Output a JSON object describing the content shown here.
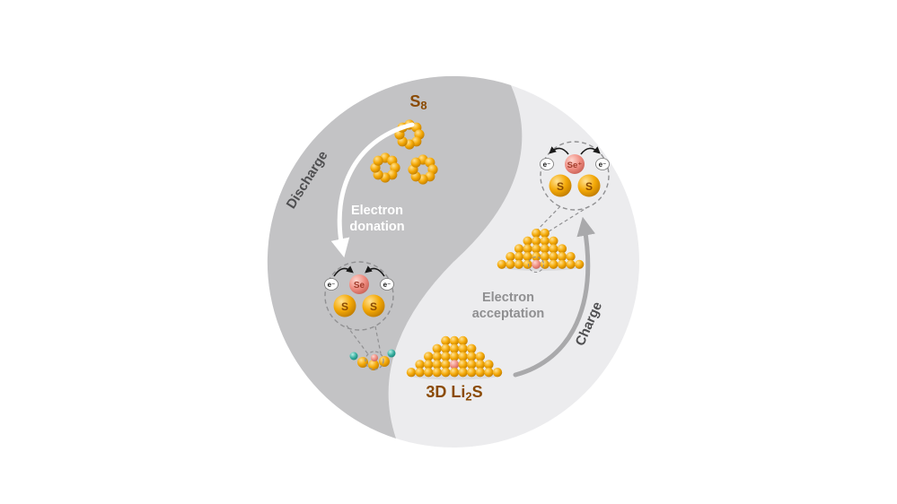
{
  "diagram": {
    "title_top": {
      "text": "S",
      "sub": "8"
    },
    "discharge": "Discharge",
    "charge": "Charge",
    "donation": {
      "line1": "Electron",
      "line2": "donation"
    },
    "acceptation": {
      "line1": "Electron",
      "line2": "acceptation"
    },
    "product": {
      "pre": "3D Li",
      "sub": "2",
      "post": "S"
    },
    "inset_discharge": {
      "center_atom": "Se",
      "left_atom": "S",
      "right_atom": "S",
      "left_electron": "e⁻",
      "right_electron": "e⁻"
    },
    "inset_charge": {
      "center_atom": "Se⁺",
      "left_atom": "S",
      "right_atom": "S",
      "left_electron": "e⁻",
      "right_electron": "e⁻"
    }
  },
  "colors": {
    "dark_half": "#c3c3c5",
    "light_half": "#ececee",
    "sulfur_gold": "#f4a907",
    "selenium_pink": "#ee8b7f",
    "lithium_teal": "#34ad9e",
    "label_brown": "#8a4a03",
    "arrow_white": "#ffffff",
    "arrow_gray": "#a9a9ab",
    "text_gray": "#8f8f91",
    "text_dark": "#4f4f51",
    "dash_gray": "#909092"
  }
}
